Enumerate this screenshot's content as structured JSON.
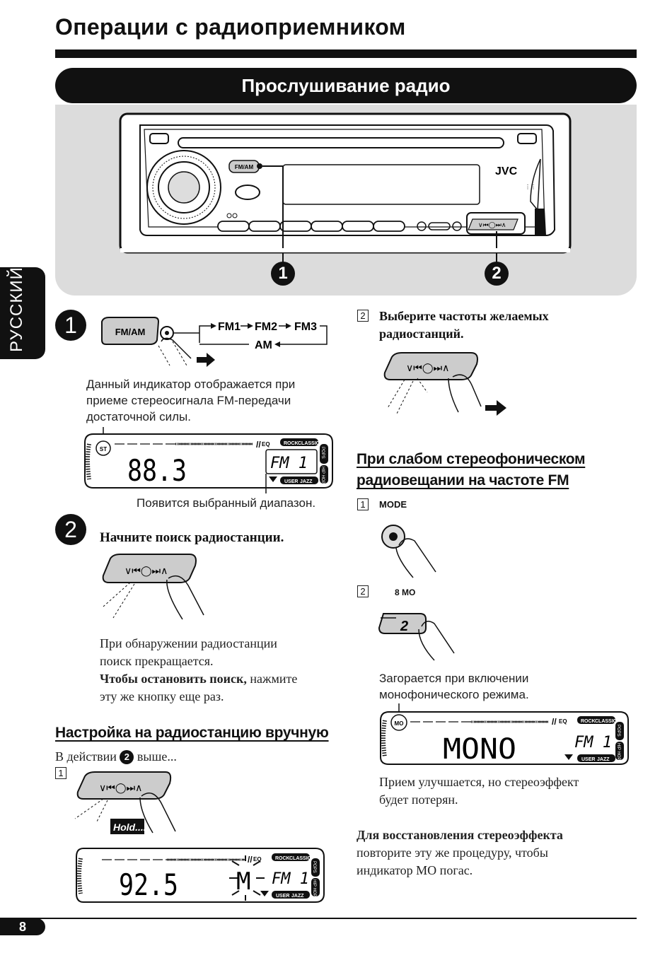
{
  "page_title": "Операции с радиоприемником",
  "banner": "Прослушивание радио",
  "side_tab": "РУССКИЙ",
  "page_number": "8",
  "radio": {
    "brand": "JVC",
    "fmam_button": "FM/AM",
    "callout_1": "1",
    "callout_2": "2"
  },
  "step1": {
    "number": "1",
    "button": "FM/AM",
    "band_1": "FM1",
    "band_2": "FM2",
    "band_3": "FM3",
    "band_4": "AM",
    "note_lines": [
      "Данный индикатор отображается при",
      "приеме стереосигнала FM-передачи",
      "достаточной силы."
    ],
    "display": {
      "st": "ST",
      "freq": "88.3",
      "band": "FM 1",
      "eq": "EQ",
      "rock": "ROCK",
      "classic": "CLASSIC",
      "pops": "POPS",
      "user": "USER",
      "jazz": "JAZZ",
      "hiphop": "HIP HOP"
    },
    "caption": "Появится выбранный диапазон."
  },
  "step2": {
    "number": "2",
    "heading": "Начните поиск радиостанции.",
    "para_lines": [
      "При обнаружении радиостанции",
      "поиск прекращается."
    ],
    "stop_bold": "Чтобы остановить поиск,",
    "stop_rest": " нажмите",
    "stop_line2": "эту же кнопку еще раз."
  },
  "manual": {
    "heading": "Настройка на радиостанцию вручную",
    "intro_pre": "В действии",
    "intro_num": "2",
    "intro_post": "выше...",
    "sub1": "1",
    "hold": "Hold....",
    "display": {
      "freq": "92.5",
      "m": "M",
      "band": "FM 1",
      "eq": "EQ",
      "rock": "ROCK",
      "classic": "CLASSIC",
      "pops": "POPS",
      "user": "USER",
      "jazz": "JAZZ",
      "hiphop": "HIP HOP"
    }
  },
  "right": {
    "sub2_num": "2",
    "sub2_lines": [
      "Выберите частоты желаемых",
      "радиостанций."
    ],
    "weak_heading_lines": [
      "При слабом стереофоническом",
      "радиовещании на частоте FM"
    ],
    "w1_num": "1",
    "w1_label": "MODE",
    "w2_num": "2",
    "w2_label": "8 MO",
    "w2_button": "2",
    "mono_note_lines": [
      "Загорается при включении",
      "монофонического режима."
    ],
    "display": {
      "mo": "MO",
      "text": "MONO",
      "band": "FM 1",
      "eq": "EQ",
      "rock": "ROCK",
      "classic": "CLASSIC",
      "pops": "POPS",
      "user": "USER",
      "jazz": "JAZZ",
      "hiphop": "HIP HOP"
    },
    "result_lines": [
      "Прием улучшается, но стереоэффект",
      "будет потерян."
    ],
    "restore_bold": "Для восстановления стереоэффекта",
    "restore_lines": [
      "повторите эту же процедуру, чтобы",
      "индикатор MO погас."
    ]
  }
}
